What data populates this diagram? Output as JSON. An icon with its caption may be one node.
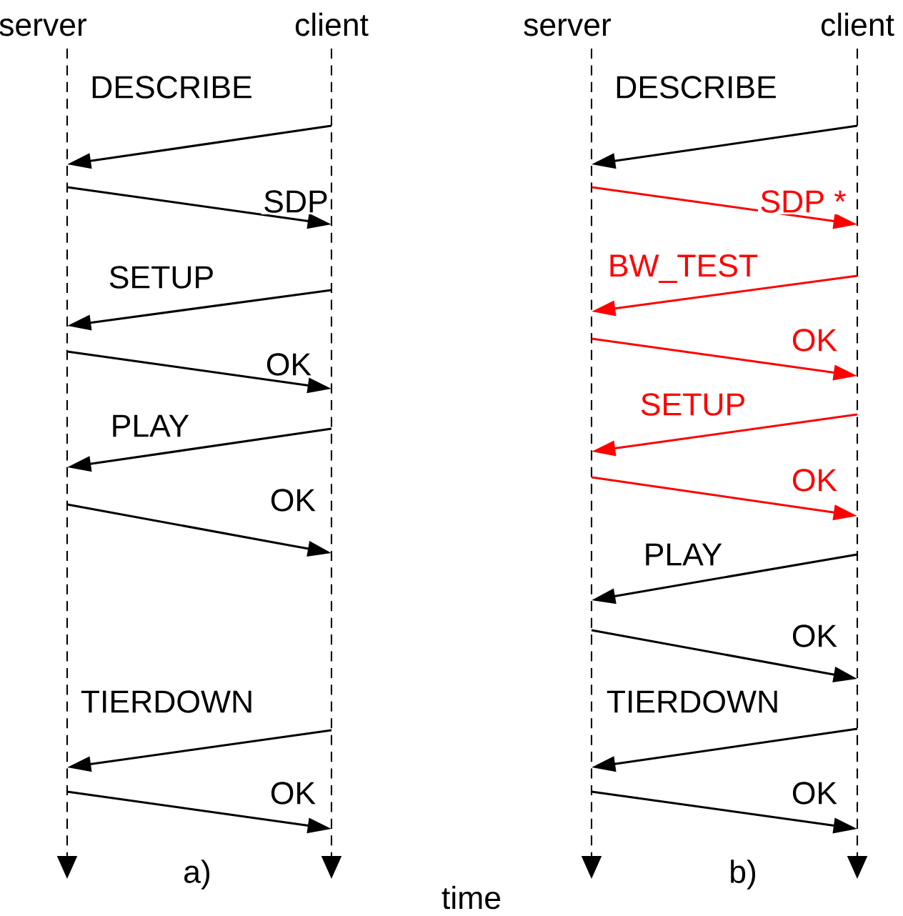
{
  "diagram": {
    "nodes": [
      {
        "text": [
          "server"
        ]
      },
      {
        "text": [
          "client"
        ]
      },
      {
        "text": [
          "server"
        ]
      },
      {
        "text": [
          "client"
        ]
      }
    ],
    "edges": [
      {
        "from": 1,
        "to": 0,
        "arrow": "to",
        "label": "DESCRIBE"
      },
      {
        "from": 0,
        "to": 1,
        "arrow": "to",
        "label": "SDP"
      },
      {
        "from": 1,
        "to": 0,
        "arrow": "to",
        "label": "SETUP"
      },
      {
        "from": 0,
        "to": 1,
        "arrow": "to",
        "label": "OK"
      },
      {
        "from": 1,
        "to": 0,
        "arrow": "to",
        "label": "PLAY"
      },
      {
        "from": 0,
        "to": 1,
        "arrow": "to",
        "label": "OK"
      },
      {
        "from": 1,
        "to": 0,
        "arrow": "to",
        "label": "TIERDOWN"
      },
      {
        "from": 0,
        "to": 1,
        "arrow": "to",
        "label": "OK"
      },
      {
        "from": 3,
        "to": 2,
        "arrow": "to",
        "label": "DESCRIBE"
      },
      {
        "from": 2,
        "to": 3,
        "arrow": "to",
        "label": "SDP *",
        "color": "#ff0000"
      },
      {
        "from": 3,
        "to": 2,
        "arrow": "to",
        "label": "BW_TEST",
        "color": "#ff0000"
      },
      {
        "from": 2,
        "to": 3,
        "arrow": "to",
        "label": "OK",
        "color": "#ff0000"
      },
      {
        "from": 3,
        "to": 2,
        "arrow": "to",
        "label": "SETUP",
        "color": "#ff0000"
      },
      {
        "from": 2,
        "to": 3,
        "arrow": "to",
        "label": "OK",
        "color": "#ff0000"
      },
      {
        "from": 3,
        "to": 2,
        "arrow": "to",
        "label": "PLAY"
      },
      {
        "from": 2,
        "to": 3,
        "arrow": "to",
        "label": "OK"
      },
      {
        "from": 3,
        "to": 2,
        "arrow": "to",
        "label": "TIERDOWN"
      },
      {
        "from": 2,
        "to": 3,
        "arrow": "to",
        "label": "OK"
      }
    ],
    "labels": [
      "a)",
      "time",
      "b)"
    ]
  }
}
